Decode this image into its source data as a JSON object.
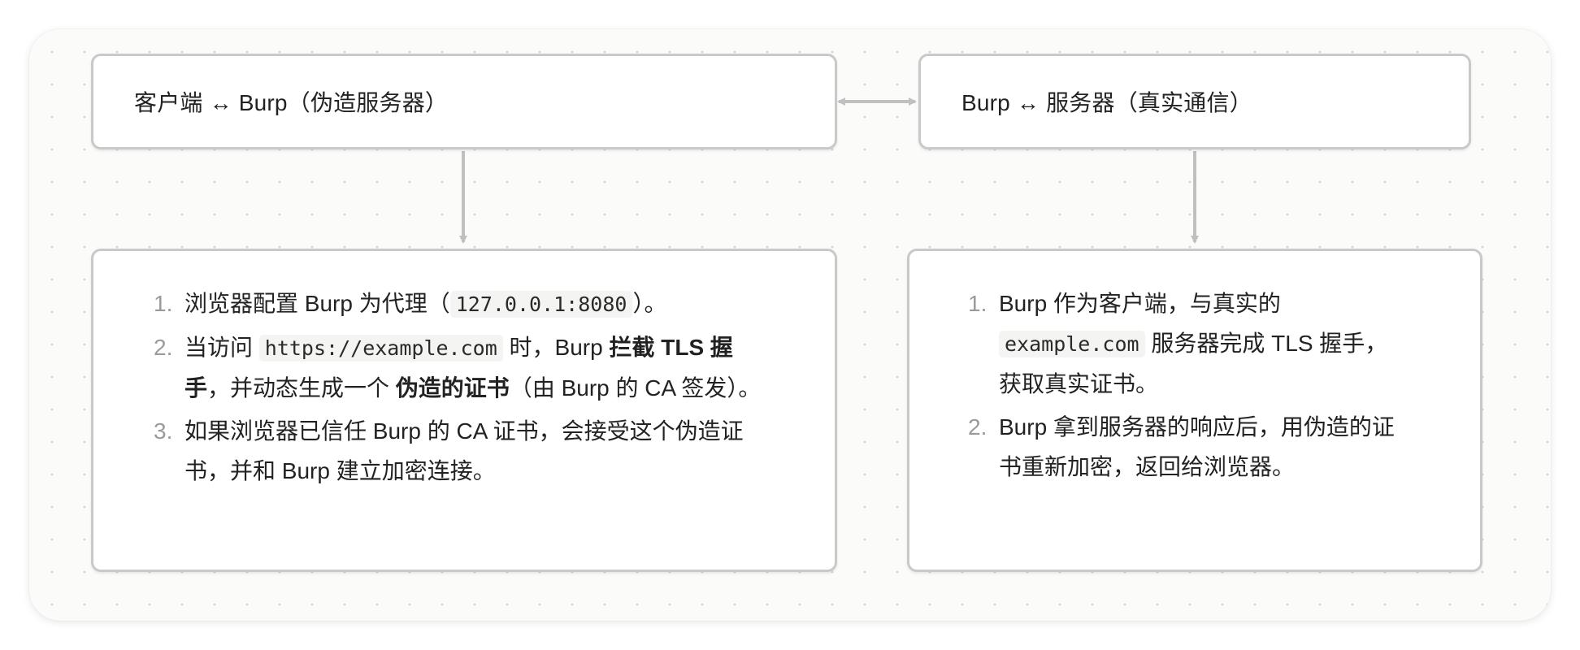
{
  "left": {
    "header": "客户端 ↔ Burp（伪造服务器）",
    "steps": [
      {
        "num": "1.",
        "text_a": "浏览器配置 Burp 为代理（",
        "code": "127.0.0.1:8080",
        "text_b": "）。"
      },
      {
        "num": "2.",
        "text_a": "当访问 ",
        "code": "https://example.com",
        "text_b": " 时，Burp ",
        "bold_a": "拦截 TLS 握手",
        "text_c": "，并动态生成一个 ",
        "bold_b": "伪造的证书",
        "text_d": "（由 Burp 的 CA 签发）。"
      },
      {
        "num": "3.",
        "text_a": "如果浏览器已信任 Burp 的 CA 证书，会接受这个伪造证书，并和 Burp 建立加密连接。"
      }
    ]
  },
  "right": {
    "header": "Burp ↔ 服务器（真实通信）",
    "steps": [
      {
        "num": "1.",
        "text_a": "Burp 作为客户端，与真实的 ",
        "code": "example.com",
        "text_b": " 服务器完成 TLS 握手，获取真实证书。"
      },
      {
        "num": "2.",
        "text_a": "Burp 拿到服务器的响应后，用伪造的证书重新加密，返回给浏览器。"
      }
    ]
  },
  "colors": {
    "edge": "#c0c0c0",
    "border": "#c9c9c9",
    "text": "#222222",
    "list_number": "#9a9a9a"
  }
}
